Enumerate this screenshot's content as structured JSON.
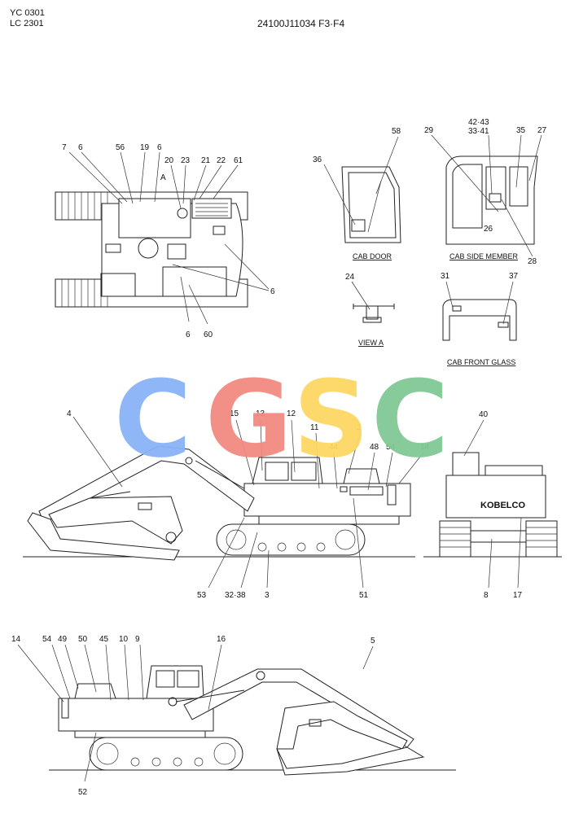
{
  "header": {
    "model_line1": "YC 0301",
    "model_line2": "LC 2301",
    "part_code": "24100J11034 F3·F4"
  },
  "captions": {
    "cab_door": "CAB DOOR",
    "cab_side_member": "CAB SIDE MEMBER",
    "view_a": "VIEW A",
    "cab_front_glass": "CAB FRONT GLASS",
    "view_a_marker": "A"
  },
  "watermark": {
    "letters": [
      "C",
      "G",
      "S",
      "C"
    ],
    "colors": [
      "#8ab4f8",
      "#f28b82",
      "#fdd663",
      "#81c995"
    ]
  },
  "decal_brand": "KOBELCO",
  "callouts": {
    "top_view": [
      "7",
      "6",
      "56",
      "19",
      "6",
      "20",
      "23",
      "21",
      "22",
      "61",
      "6",
      "6",
      "60"
    ],
    "cab_door": [
      "36",
      "58"
    ],
    "cab_side_member": [
      "29",
      "42·43",
      "33·41",
      "35",
      "27",
      "26",
      "28"
    ],
    "view_a": [
      "24"
    ],
    "cab_front_glass": [
      "31",
      "37"
    ],
    "side_view_left": [
      "4",
      "15",
      "13",
      "12",
      "11",
      "2",
      "44",
      "48",
      "54",
      "14",
      "53",
      "32·38",
      "3",
      "51"
    ],
    "rear_view": [
      "40",
      "8",
      "17"
    ],
    "side_view_right": [
      "14",
      "54",
      "49",
      "50",
      "45",
      "10",
      "9",
      "16",
      "5",
      "52"
    ]
  }
}
